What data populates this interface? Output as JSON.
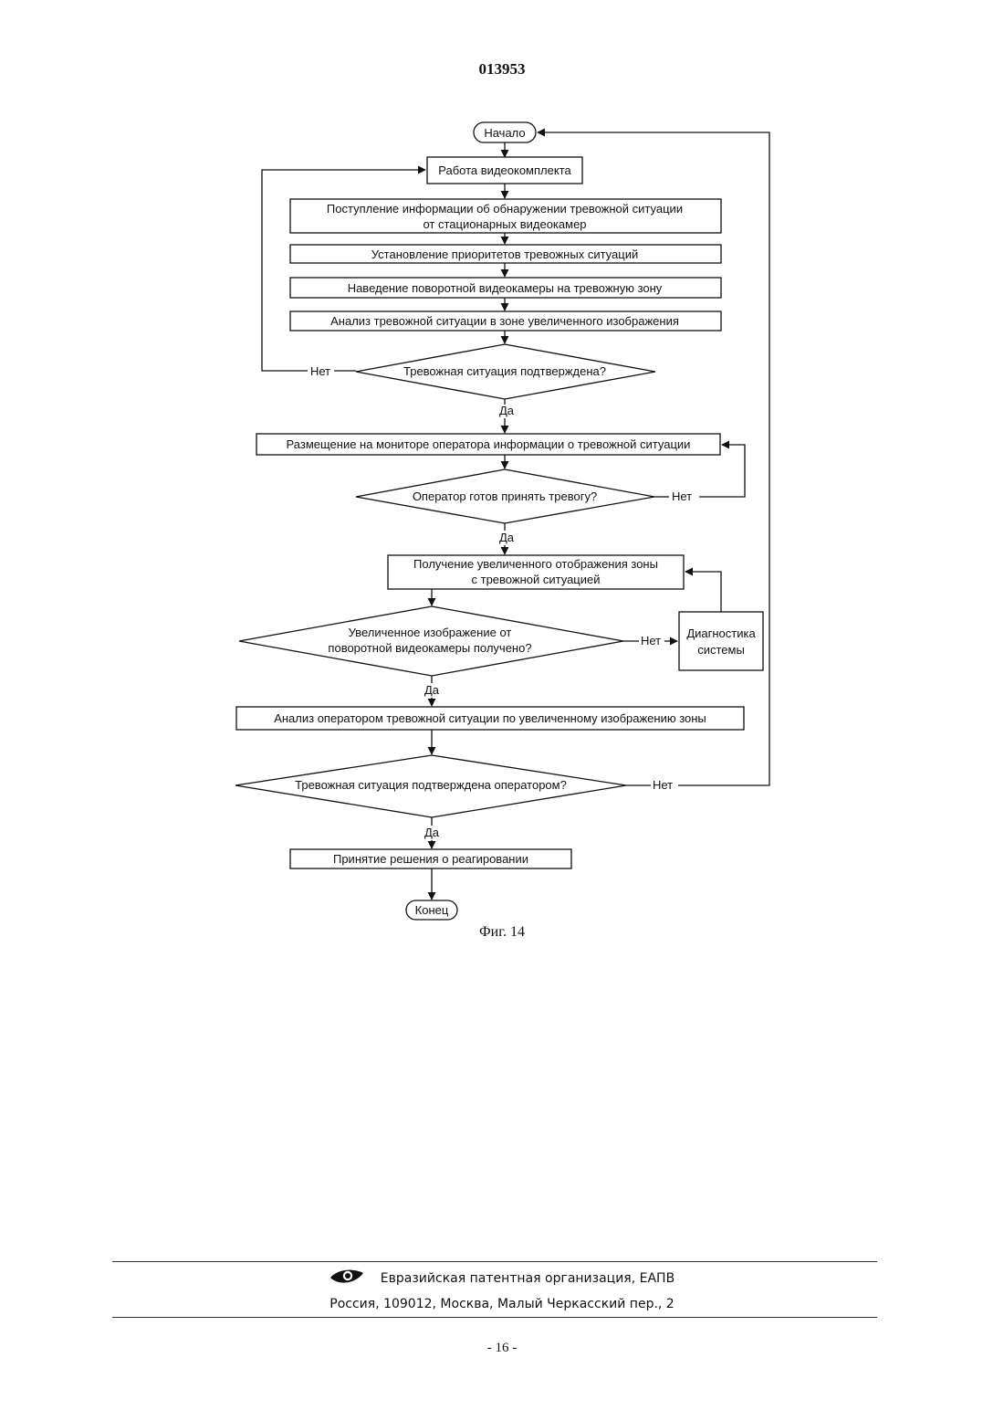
{
  "document": {
    "number": "013953",
    "page": "- 16 -"
  },
  "figure": {
    "caption": "Фиг. 14",
    "start": "Начало",
    "end": "Конец",
    "steps": {
      "video_work": "Работа видеокомплекта",
      "info_line1": "Поступление информации об обнаружении тревожной ситуации",
      "info_line2": "от стационарных видеокамер",
      "priorities": "Установление приоритетов тревожных ситуаций",
      "aim_camera": "Наведение поворотной видеокамеры на тревожную зону",
      "analysis_zoom": "Анализ тревожной ситуации в зоне увеличенного изображения",
      "monitor_info": "Размещение на мониторе оператора информации о тревожной ситуации",
      "zoom_get_line1": "Получение увеличенного отображения зоны",
      "zoom_get_line2": "с тревожной ситуацией",
      "diag_line1": "Диагностика",
      "diag_line2": "системы",
      "operator_analysis": "Анализ оператором тревожной ситуации по увеличенному изображению зоны",
      "decision": "Принятие решения о реагировании"
    },
    "decisions": {
      "confirmed": "Тревожная ситуация подтверждена?",
      "operator_ready": "Оператор готов принять тревогу?",
      "zoom_received_line1": "Увеличенное изображение от",
      "zoom_received_line2": "поворотной видеокамеры получено?",
      "operator_confirmed": "Тревожная ситуация подтверждена оператором?"
    },
    "labels": {
      "yes": "Да",
      "no": "Нет"
    }
  },
  "footer": {
    "org": "Евразийская патентная организация, ЕАПВ",
    "address": "Россия, 109012, Москва, Малый Черкасский пер., 2",
    "logo_icon": "eye-logo-icon"
  }
}
